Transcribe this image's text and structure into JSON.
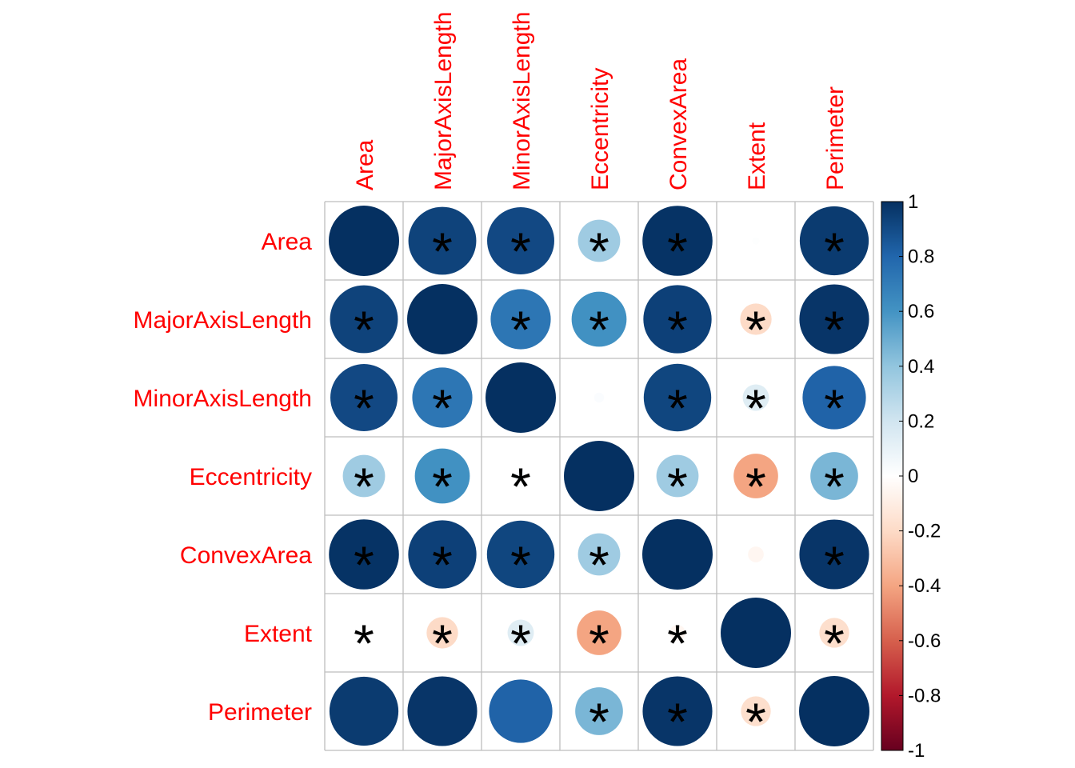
{
  "chart_data": {
    "type": "heatmap",
    "variables": [
      "Area",
      "MajorAxisLength",
      "MinorAxisLength",
      "Eccentricity",
      "ConvexArea",
      "Extent",
      "Perimeter"
    ],
    "matrix": [
      [
        1.0,
        0.93,
        0.91,
        0.36,
        0.99,
        0.01,
        0.96
      ],
      [
        0.93,
        1.0,
        0.73,
        0.61,
        0.94,
        -0.2,
        0.98
      ],
      [
        0.91,
        0.73,
        1.0,
        0.02,
        0.92,
        0.14,
        0.81
      ],
      [
        0.36,
        0.61,
        0.02,
        1.0,
        0.36,
        -0.4,
        0.46
      ],
      [
        0.99,
        0.94,
        0.92,
        0.36,
        1.0,
        -0.05,
        0.98
      ],
      [
        0.01,
        -0.2,
        0.14,
        -0.4,
        -0.05,
        1.0,
        -0.18
      ],
      [
        0.96,
        0.98,
        0.81,
        0.46,
        0.98,
        -0.18,
        1.0
      ]
    ],
    "significance_stars": [
      [
        false,
        true,
        true,
        true,
        true,
        false,
        true
      ],
      [
        true,
        false,
        true,
        true,
        true,
        true,
        true
      ],
      [
        true,
        true,
        false,
        false,
        true,
        true,
        true
      ],
      [
        true,
        true,
        true,
        false,
        true,
        true,
        true
      ],
      [
        true,
        true,
        true,
        true,
        false,
        false,
        true
      ],
      [
        true,
        true,
        true,
        true,
        true,
        false,
        true
      ],
      [
        false,
        false,
        false,
        true,
        true,
        true,
        false
      ]
    ],
    "star_symbol": "*",
    "colorbar": {
      "ticks": [
        "1",
        "0.8",
        "0.6",
        "0.4",
        "0.2",
        "0",
        "-0.2",
        "-0.4",
        "-0.6",
        "-0.8",
        "-1"
      ],
      "range": [
        -1,
        1
      ]
    },
    "colors": {
      "label": "#FF0000",
      "grid": "#BEBEBE",
      "scale": [
        "#67001F",
        "#B2182B",
        "#D6604D",
        "#F4A582",
        "#FDDBC7",
        "#FFFFFF",
        "#D1E5F0",
        "#92C5DE",
        "#4393C3",
        "#2166AC",
        "#053061"
      ]
    }
  }
}
